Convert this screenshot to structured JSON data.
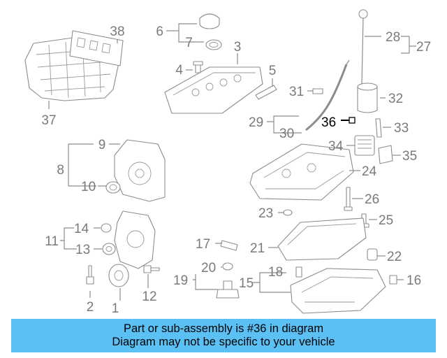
{
  "colors": {
    "banner": "#5bc0f4",
    "highlight": "#000000",
    "callout": "#7a7a7a"
  },
  "callouts": {
    "n1": "1",
    "n2": "2",
    "n3": "3",
    "n4": "4",
    "n5": "5",
    "n6": "6",
    "n7": "7",
    "n8": "8",
    "n9": "9",
    "n10": "10",
    "n11": "11",
    "n12": "12",
    "n13": "13",
    "n14": "14",
    "n15": "15",
    "n16": "16",
    "n17": "17",
    "n18": "18",
    "n19": "19",
    "n20": "20",
    "n21": "21",
    "n22": "22",
    "n23": "23",
    "n24": "24",
    "n25": "25",
    "n26": "26",
    "n27": "27",
    "n28": "28",
    "n29": "29",
    "n30": "30",
    "n31": "31",
    "n32": "32",
    "n33": "33",
    "n34": "34",
    "n35": "35",
    "n36": "36",
    "n37": "37",
    "n38": "38"
  },
  "highlighted_part": "36",
  "banner": {
    "line1": "Part or sub-assembly is #36 in diagram",
    "line2": "Diagram may not be specific to your vehicle"
  }
}
